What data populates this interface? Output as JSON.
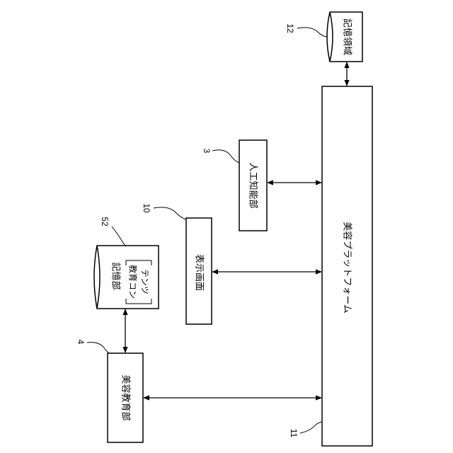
{
  "blocks": {
    "beauty_platform": "美容プラットフォーム",
    "ai_unit": "人工知能部",
    "display_screen": "表示画面",
    "beauty_education_unit": "美容教育部"
  },
  "storage": {
    "storage_area": "記憶領域",
    "storage_unit": "記憶部",
    "education_content_line1": "教育コン",
    "education_content_line2": "テンツ"
  },
  "refs": {
    "platform": "11",
    "storage_area": "12",
    "ai_unit": "3",
    "display_screen": "10",
    "storage_unit": "52",
    "education_unit": "4"
  }
}
